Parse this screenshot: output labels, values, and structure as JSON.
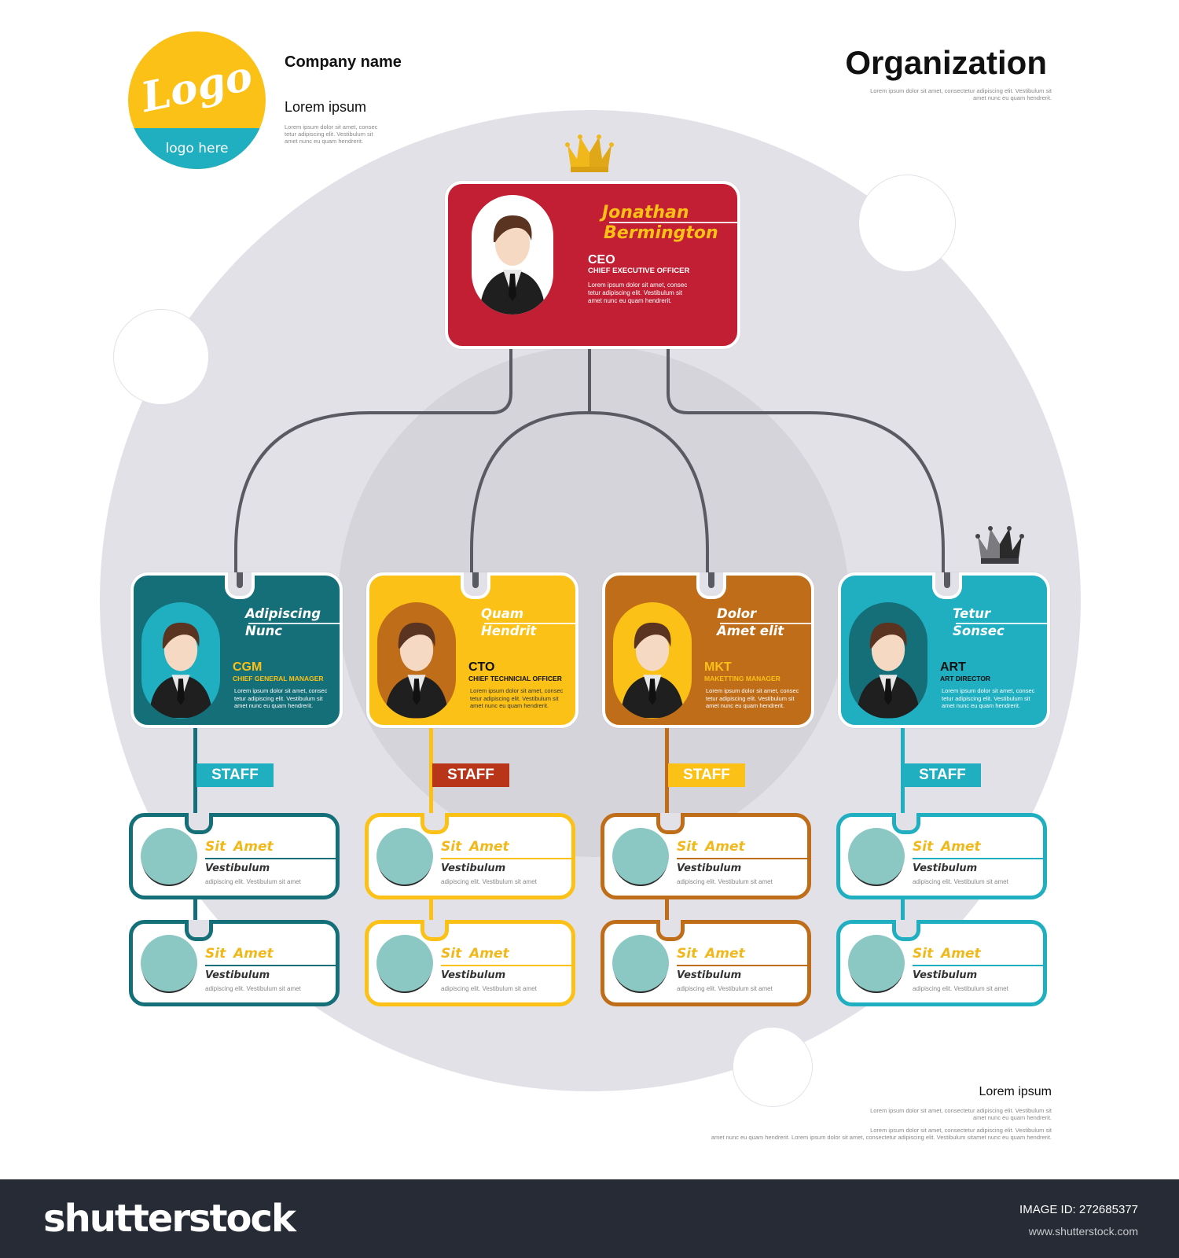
{
  "header": {
    "logo_text": "Logo",
    "logo_sub": "logo here",
    "company_name": "Company name",
    "subtitle": "Lorem ipsum",
    "subtitle_desc": [
      "Lorem ipsum dolor sit amet, consec",
      "tetur adipiscing elit. Vestibulum sit",
      "amet nunc eu quam hendrerit."
    ],
    "title": "Organization",
    "title_desc": [
      "Lorem ipsum dolor sit amet, consectetur adipiscing elit. Vestibulum sit",
      "amet nunc eu quam hendrerit."
    ]
  },
  "ceo": {
    "first_name": "Jonathan",
    "last_name": "Bermington",
    "abbr": "CEO",
    "title": "CHIEF EXECUTIVE OFFICER",
    "desc": [
      "Lorem ipsum dolor sit amet, consec",
      "tetur adipiscing elit. Vestibulum sit",
      "amet nunc eu quam hendrerit."
    ],
    "color": "#c21f34",
    "name_color": "#fbc116",
    "crown_color": "#f1b81c"
  },
  "managers": [
    {
      "first_name": "Adipiscing",
      "last_name": "Nunc",
      "abbr": "CGM",
      "title": "CHIEF GENERAL MANAGER",
      "desc": [
        "Lorem ipsum dolor sit amet, consec",
        "tetur adipiscing elit. Vestibulum sit",
        "amet nunc eu quam hendrerit."
      ],
      "color": "#156f78",
      "portrait_bg": "#1fafc1",
      "name_color": "#ffffff",
      "role_color": "#fbc116",
      "text_color": "#ffffff"
    },
    {
      "first_name": "Quam",
      "last_name": "Hendrit",
      "abbr": "CTO",
      "title": "CHIEF TECHNICIAL OFFICER",
      "desc": [
        "Lorem ipsum dolor sit amet, consec",
        "tetur adipiscing elit. Vestibulum sit",
        "amet nunc eu quam hendrerit."
      ],
      "color": "#fbc116",
      "portrait_bg": "#bf6d19",
      "name_color": "#ffffff",
      "role_color": "#111111",
      "text_color": "#333333"
    },
    {
      "first_name": "Dolor",
      "last_name": "Amet elit",
      "abbr": "MKT",
      "title": "MAKETTING MANAGER",
      "desc": [
        "Lorem ipsum dolor sit amet, consec",
        "tetur adipiscing elit. Vestibulum sit",
        "amet nunc eu quam hendrerit."
      ],
      "color": "#bf6d19",
      "portrait_bg": "#fbc116",
      "name_color": "#ffffff",
      "role_color": "#fbc116",
      "text_color": "#ffffff"
    },
    {
      "first_name": "Tetur",
      "last_name": "Sonsec",
      "abbr": "ART",
      "title": "ART DIRECTOR",
      "desc": [
        "Lorem ipsum dolor sit amet, consec",
        "tetur adipiscing elit. Vestibulum sit",
        "amet nunc eu quam hendrerit."
      ],
      "color": "#1fafc1",
      "portrait_bg": "#156f78",
      "name_color": "#ffffff",
      "role_color": "#111111",
      "text_color": "#ffffff"
    }
  ],
  "staff_groups": [
    {
      "tag": "STAFF",
      "tag_color": "#1fafc1",
      "line_color": "#156f78",
      "members": [
        {
          "name": "Sit  Amet",
          "role": "Vestibulum",
          "desc": "adipiscing elit. Vestibulum sit amet"
        },
        {
          "name": "Sit  Amet",
          "role": "Vestibulum",
          "desc": "adipiscing elit. Vestibulum sit amet"
        }
      ]
    },
    {
      "tag": "STAFF",
      "tag_color": "#b8351a",
      "line_color": "#fbc116",
      "members": [
        {
          "name": "Sit  Amet",
          "role": "Vestibulum",
          "desc": "adipiscing elit. Vestibulum sit amet"
        },
        {
          "name": "Sit  Amet",
          "role": "Vestibulum",
          "desc": "adipiscing elit. Vestibulum sit amet"
        }
      ]
    },
    {
      "tag": "STAFF",
      "tag_color": "#fbc116",
      "line_color": "#bf6d19",
      "members": [
        {
          "name": "Sit  Amet",
          "role": "Vestibulum",
          "desc": "adipiscing elit. Vestibulum sit amet"
        },
        {
          "name": "Sit  Amet",
          "role": "Vestibulum",
          "desc": "adipiscing elit. Vestibulum sit amet"
        }
      ]
    },
    {
      "tag": "STAFF",
      "tag_color": "#1fafc1",
      "line_color": "#1fafc1",
      "members": [
        {
          "name": "Sit  Amet",
          "role": "Vestibulum",
          "desc": "adipiscing elit. Vestibulum sit amet"
        },
        {
          "name": "Sit  Amet",
          "role": "Vestibulum",
          "desc": "adipiscing elit. Vestibulum sit amet"
        }
      ]
    }
  ],
  "footer_note": {
    "title": "Lorem ipsum",
    "lines": [
      "Lorem ipsum dolor sit amet, consectetur adipiscing elit. Vestibulum sit",
      "amet nunc eu quam hendrerit.",
      "Lorem ipsum dolor sit amet, consectetur adipiscing elit. Vestibulum sit",
      "amet nunc eu quam hendrerit. Lorem ipsum dolor sit amet, consectetur adipiscing elit. Vestibulum sitamet nunc eu quam hendrerit."
    ]
  },
  "watermark_bar": {
    "brand": "shutterstock",
    "image_id_label": "IMAGE ID:",
    "image_id": "272685377",
    "site": "www.shutterstock.com"
  },
  "colors": {
    "background_circle": "#e3e1e8",
    "connector": "#5a5a62",
    "footer_bg": "#262b35"
  }
}
